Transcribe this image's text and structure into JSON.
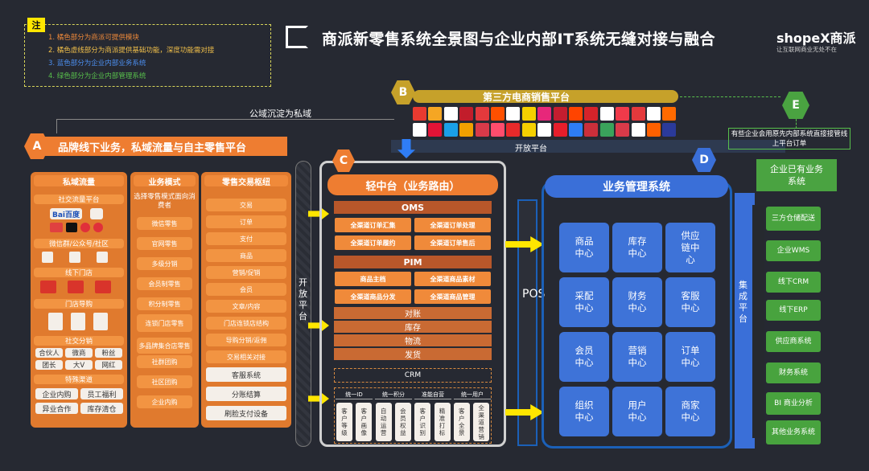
{
  "header": {
    "title": "商派新零售系统全景图与企业内部IT系统无缝对接与融合",
    "brand": "shopeX商派",
    "brand_sub": "让互联网商业无处不在"
  },
  "note": {
    "tag": "注",
    "lines": [
      {
        "text": "1.    橘色部分为商派可提供模块",
        "color": "#f08a3a"
      },
      {
        "text": "2.    橘色虚线部分为商派提供基础功能，深度功能需对接",
        "color": "#f2c04a"
      },
      {
        "text": "3.    蓝色部分为企业内部业务系统",
        "color": "#4c8ff0"
      },
      {
        "text": "4.    绿色部分为企业内部管理系统",
        "color": "#58c04c"
      }
    ]
  },
  "markers": {
    "A": "A",
    "B": "B",
    "C": "C",
    "D": "D",
    "E": "E"
  },
  "section_a": {
    "title": "品牌线下业务，私域流量与自主零售平台",
    "public_label": "公域沉淀为私域",
    "col1": {
      "head": "私域流量",
      "social_platform": "社交流量平台",
      "wechat": "微信群/公众号/社区",
      "offline_store": "线下门店",
      "store_guide": "门店导购",
      "social_dist": "社交分销",
      "social_tiles": [
        "合伙人",
        "微商",
        "粉丝",
        "团长",
        "大V",
        "网红"
      ],
      "special": "特殊渠道",
      "special_tiles": [
        "企业内购",
        "员工福利",
        "异业合作",
        "库存清仓"
      ]
    },
    "col2": {
      "head": "业务模式",
      "intro": "选择零售模式面向消费者",
      "items": [
        "微信零售",
        "官网零售",
        "多级分销",
        "会员制零售",
        "积分制零售",
        "连锁门店零售",
        "多品牌集合店零售",
        "社群团购",
        "社区团购",
        "企业内购"
      ]
    },
    "col3": {
      "head": "零售交易枢纽",
      "items": [
        "交易",
        "订单",
        "支付",
        "商品",
        "营销/促销",
        "会员",
        "文章/内容",
        "门店连锁店结构",
        "导购分销/返佣",
        "交易相关对接"
      ],
      "white_items": [
        "客服系统",
        "分账结算",
        "刷脸支付设备"
      ]
    }
  },
  "open_platform": {
    "vertical": "开放平台",
    "horizontal": "开放平台"
  },
  "section_b": {
    "title": "第三方电商销售平台"
  },
  "section_c": {
    "title": "轻中台（业务路由）",
    "oms": "OMS",
    "oms_tiles": [
      "全渠道订单汇集",
      "全渠道订单处理",
      "全渠道订单履约",
      "全渠道订单售后"
    ],
    "pim": "PIM",
    "pim_tiles": [
      "商品主档",
      "全渠道商品素材",
      "全渠道商品分发",
      "全渠道商品管理"
    ],
    "rows": [
      "对账",
      "库存",
      "物流",
      "发货"
    ],
    "crm": "CRM",
    "crm_groups": [
      "统一ID",
      "统一积分",
      "准能自营",
      "统一用户"
    ],
    "crm_cols": [
      "客户等级",
      "客户画像",
      "自动运营",
      "会员权益",
      "客户识别",
      "精准打标",
      "客户全景",
      "全渠道营销"
    ]
  },
  "pos": {
    "label": "POS"
  },
  "section_d": {
    "title": "业务管理系统",
    "tiles": [
      "商品中心",
      "库存中心",
      "供应链中心",
      "采配中心",
      "财务中心",
      "客服中心",
      "会员中心",
      "营销中心",
      "订单中心",
      "组织中心",
      "用户中心",
      "商家中心"
    ]
  },
  "integration": {
    "label": "集成平台"
  },
  "section_e": {
    "note": "有些企业会用原先内部系统直接接管线上平台订单",
    "head": "企业已有业务系统",
    "items": [
      "三方仓储配送",
      "企业WMS",
      "线下CRM",
      "线下ERP",
      "供应商系统",
      "财务系统",
      "BI 商业分析",
      "其他业务系统"
    ]
  },
  "colors": {
    "orange": "#ee7d31",
    "blue": "#3a6fd8",
    "green": "#4aa341",
    "olive": "#c6a12a",
    "yellow": "#ffe600"
  },
  "icons": {
    "title_icon": "frame-icon",
    "arrow_right": "arrow-right-icon",
    "arrow_down": "arrow-down-icon"
  }
}
